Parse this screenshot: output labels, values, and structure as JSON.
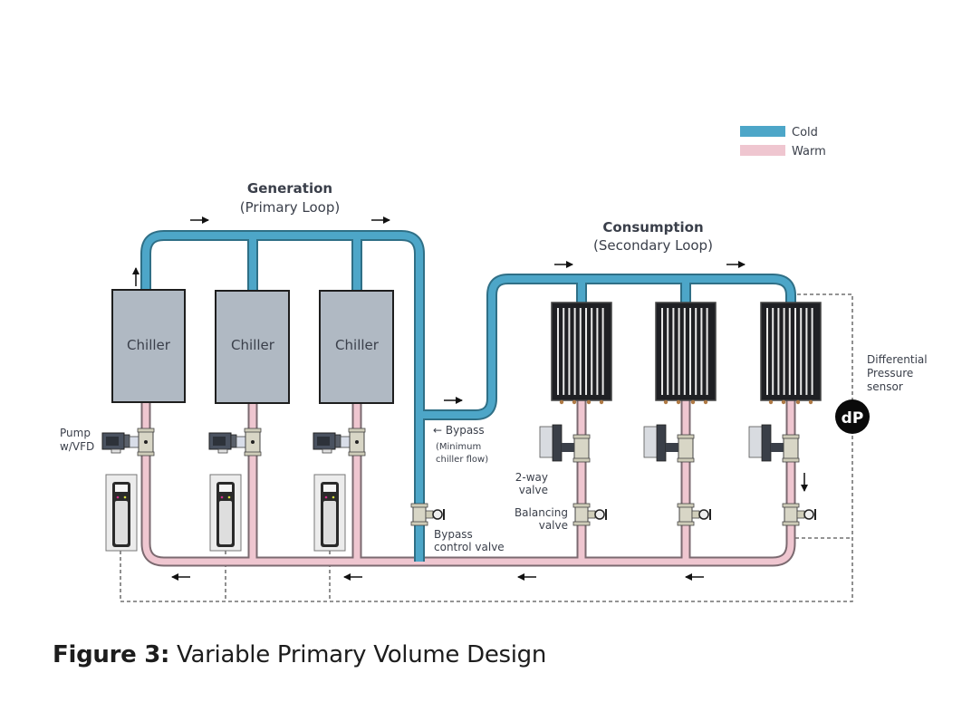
{
  "legend": {
    "items": [
      {
        "label": "Cold",
        "color": "#4da6c8"
      },
      {
        "label": "Warm",
        "color": "#efc6d0"
      }
    ]
  },
  "colors": {
    "cold": "#4da6c8",
    "cold_outline": "#2f6f86",
    "warm": "#efc6d0",
    "warm_outline": "#7b6a70",
    "chiller_fill": "#b0b9c3",
    "coil_fill": "#1f2024",
    "sensor_fill": "#0a0a0a"
  },
  "sections": {
    "generation": {
      "title": "Generation",
      "subtitle": "(Primary Loop)"
    },
    "consumption": {
      "title": "Consumption",
      "subtitle": "(Secondary Loop)"
    }
  },
  "chillers": [
    {
      "label": "Chiller"
    },
    {
      "label": "Chiller"
    },
    {
      "label": "Chiller"
    }
  ],
  "labels": {
    "pump_line1": "Pump",
    "pump_line2": "w/VFD",
    "bypass_line1": "← Bypass",
    "bypass_line2": "(Minimum",
    "bypass_line3": "chiller flow)",
    "bypass_valve_line1": "Bypass",
    "bypass_valve_line2": "control valve",
    "two_way_line1": "2-way",
    "two_way_line2": "valve",
    "balancing_line1": "Balancing",
    "balancing_line2": "valve",
    "dp_line1": "Differential",
    "dp_line2": "Pressure",
    "dp_line3": "sensor",
    "dp_badge": "dP"
  },
  "caption": {
    "prefix": "Figure 3:",
    "text": " Variable Primary Volume Design"
  }
}
